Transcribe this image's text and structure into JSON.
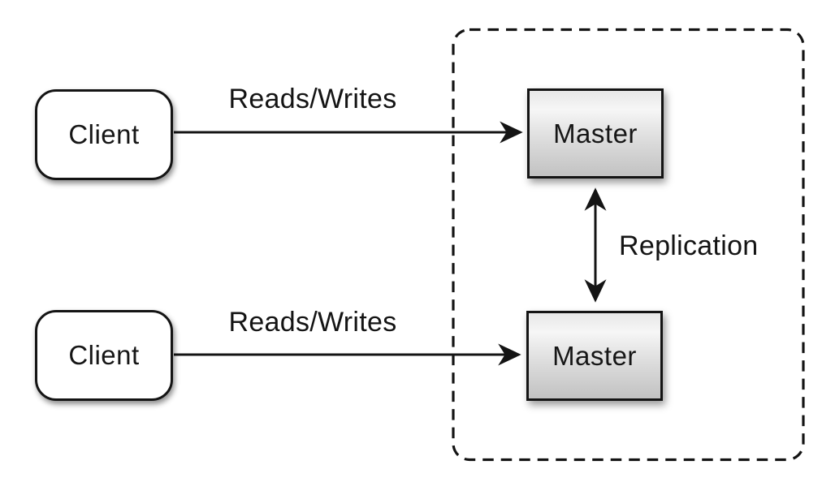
{
  "diagram": {
    "nodes": {
      "client_top": {
        "label": "Client"
      },
      "client_bottom": {
        "label": "Client"
      },
      "master_top": {
        "label": "Master"
      },
      "master_bottom": {
        "label": "Master"
      }
    },
    "edges": {
      "reads_writes_top": {
        "label": "Reads/Writes"
      },
      "reads_writes_bottom": {
        "label": "Reads/Writes"
      },
      "replication": {
        "label": "Replication"
      }
    },
    "colors": {
      "background": "#ffffff",
      "stroke": "#141414",
      "client_fill": "#ffffff",
      "master_fill_top": "#f6f6f6",
      "master_fill_bottom": "#c2c2c2",
      "text": "#141414"
    }
  }
}
